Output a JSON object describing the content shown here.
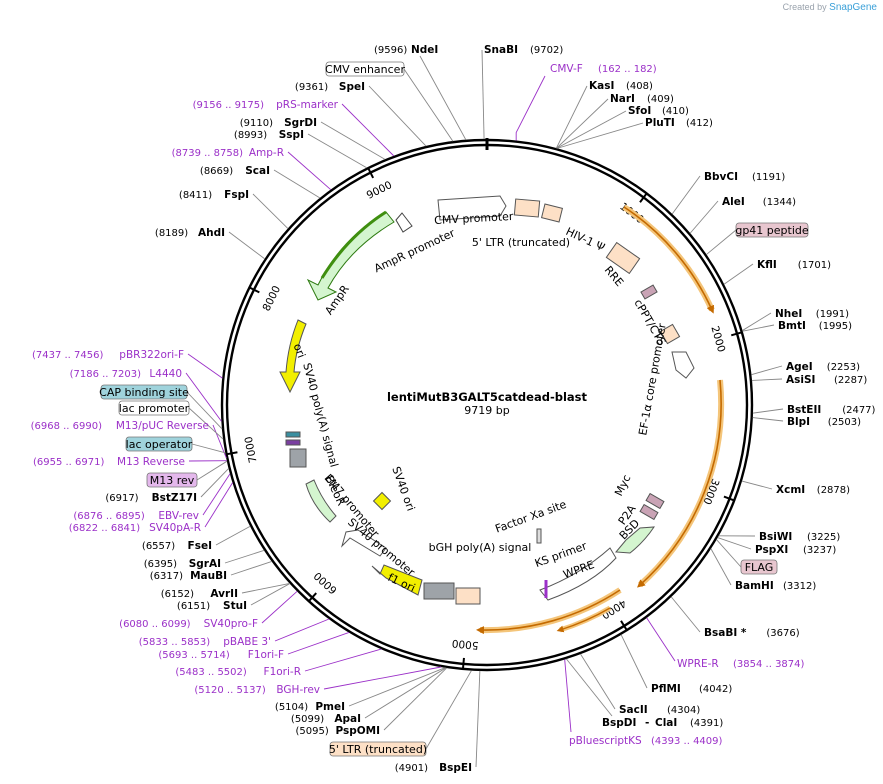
{
  "header": {
    "credit_prefix": "Created by",
    "credit_brand": "SnapGene"
  },
  "plasmid": {
    "name": "lentiMutB3GALT5catdead-blast",
    "length": "9719 bp"
  },
  "ticks": [
    "1000",
    "2000",
    "3000",
    "4000",
    "5000",
    "6000",
    "7000",
    "8000",
    "9000"
  ],
  "right_sites": [
    {
      "name": "BbvCI",
      "pos": "(1191)"
    },
    {
      "name": "AleI",
      "pos": "(1344)"
    },
    {
      "name": "KflI",
      "pos": "(1701)"
    },
    {
      "name": "NheI",
      "pos": "(1991)"
    },
    {
      "name": "BmtI",
      "pos": "(1995)"
    },
    {
      "name": "AgeI",
      "pos": "(2253)"
    },
    {
      "name": "AsiSI",
      "pos": "(2287)"
    },
    {
      "name": "BstEII",
      "pos": "(2477)"
    },
    {
      "name": "BlpI",
      "pos": "(2503)"
    },
    {
      "name": "XcmI",
      "pos": "(2878)"
    },
    {
      "name": "BsiWI",
      "pos": "(3225)"
    },
    {
      "name": "PspXI",
      "pos": "(3237)"
    },
    {
      "name": "BamHI",
      "pos": "(3312)"
    },
    {
      "name": "BsaBI *",
      "pos": "(3676)"
    },
    {
      "name": "PflMI",
      "pos": "(4042)"
    },
    {
      "name": "SacII",
      "pos": "(4304)"
    },
    {
      "name": "BspDI",
      "pos": "(4391)"
    },
    {
      "name": "ClaI",
      "pos": ""
    }
  ],
  "top_sites": [
    {
      "name": "NdeI",
      "pos": "(9596)"
    },
    {
      "name": "SnaBI",
      "pos": "(9702)"
    },
    {
      "name": "KasI",
      "pos": "(408)"
    },
    {
      "name": "NarI",
      "pos": "(409)"
    },
    {
      "name": "SfoI",
      "pos": "(410)"
    },
    {
      "name": "PluTI",
      "pos": "(412)"
    }
  ],
  "left_sites": [
    {
      "name": "SpeI",
      "pos": "(9361)"
    },
    {
      "name": "SgrDI",
      "pos": "(9110)"
    },
    {
      "name": "SspI",
      "pos": "(8993)"
    },
    {
      "name": "ScaI",
      "pos": "(8669)"
    },
    {
      "name": "FspI",
      "pos": "(8411)"
    },
    {
      "name": "AhdI",
      "pos": "(8189)"
    },
    {
      "name": "BstZ17I",
      "pos": "(6917)"
    },
    {
      "name": "FseI",
      "pos": "(6557)"
    },
    {
      "name": "SgrAI",
      "pos": "(6395)"
    },
    {
      "name": "MauBI",
      "pos": "(6317)"
    },
    {
      "name": "AvrII",
      "pos": "(6152)"
    },
    {
      "name": "StuI",
      "pos": "(6151)"
    },
    {
      "name": "PmeI",
      "pos": "(5104)"
    },
    {
      "name": "ApaI",
      "pos": "(5099)"
    },
    {
      "name": "PspOMI",
      "pos": "(5095)"
    },
    {
      "name": "BspEI",
      "pos": "(4901)"
    }
  ],
  "primers": [
    {
      "name": "CMV-F",
      "range": "(162 .. 182)"
    },
    {
      "name": "pRS-marker",
      "range": "(9156 .. 9175)"
    },
    {
      "name": "Amp-R",
      "range": "(8739 .. 8758)"
    },
    {
      "name": "pBR322ori-F",
      "range": "(7437 .. 7456)"
    },
    {
      "name": "L4440",
      "range": "(7186 .. 7203)"
    },
    {
      "name": "M13/pUC Reverse",
      "range": "(6968 .. 6990)"
    },
    {
      "name": "M13 Reverse",
      "range": "(6955 .. 6971)"
    },
    {
      "name": "EBV-rev",
      "range": "(6876 .. 6895)"
    },
    {
      "name": "SV40pA-R",
      "range": "(6822 .. 6841)"
    },
    {
      "name": "SV40pro-F",
      "range": "(6080 .. 6099)"
    },
    {
      "name": "pBABE 3'",
      "range": "(5833 .. 5853)"
    },
    {
      "name": "F1ori-F",
      "range": "(5693 .. 5714)"
    },
    {
      "name": "F1ori-R",
      "range": "(5483 .. 5502)"
    },
    {
      "name": "BGH-rev",
      "range": "(5120 .. 5137)"
    },
    {
      "name": "WPRE-R",
      "range": "(3854 .. 3874)"
    },
    {
      "name": "pBluescriptKS",
      "range": "(4393 .. 4409)"
    }
  ],
  "boxed_labels": [
    {
      "text": "CMV enhancer",
      "color": "#ffffff"
    },
    {
      "text": "gp41 peptide",
      "color": "#e8c6cf"
    },
    {
      "text": "FLAG",
      "color": "#e8c6cf"
    },
    {
      "text": "CAP binding site",
      "color": "#9fd3dc"
    },
    {
      "text": "lac promoter",
      "color": "#ffffff"
    },
    {
      "text": "lac operator",
      "color": "#9fd3dc"
    },
    {
      "text": "M13 rev",
      "color": "#e4b8ec"
    },
    {
      "text": "5' LTR (truncated)",
      "color": "#fde0c6"
    }
  ],
  "features": [
    {
      "text": "CMV promoter"
    },
    {
      "text": "5' LTR (truncated)"
    },
    {
      "text": "HIV-1 Ψ"
    },
    {
      "text": "RRE"
    },
    {
      "text": "cPPT/CTS"
    },
    {
      "text": "EF-1α core promoter"
    },
    {
      "text": "Myc"
    },
    {
      "text": "P2A"
    },
    {
      "text": "BSD"
    },
    {
      "text": "Factor Xa site"
    },
    {
      "text": "KS primer"
    },
    {
      "text": "WPRE"
    },
    {
      "text": "bGH poly(A) signal"
    },
    {
      "text": "f1 ori"
    },
    {
      "text": "SV40 promoter"
    },
    {
      "text": "EM7 promoter"
    },
    {
      "text": "BleoR"
    },
    {
      "text": "SV40 ori"
    },
    {
      "text": "SV40 poly(A) signal"
    },
    {
      "text": "ori"
    },
    {
      "text": "AmpR"
    },
    {
      "text": "AmpR promoter"
    }
  ],
  "colors": {
    "backbone": "#000000",
    "primer": "#9b30c8",
    "orf_highlight": "#f4c57a",
    "orf_arrow": "#c46a00",
    "ampr": "#d4f5cf",
    "ori": "#f2ef00",
    "ltr": "#fde0c6",
    "gray": "#9ea3a8"
  }
}
